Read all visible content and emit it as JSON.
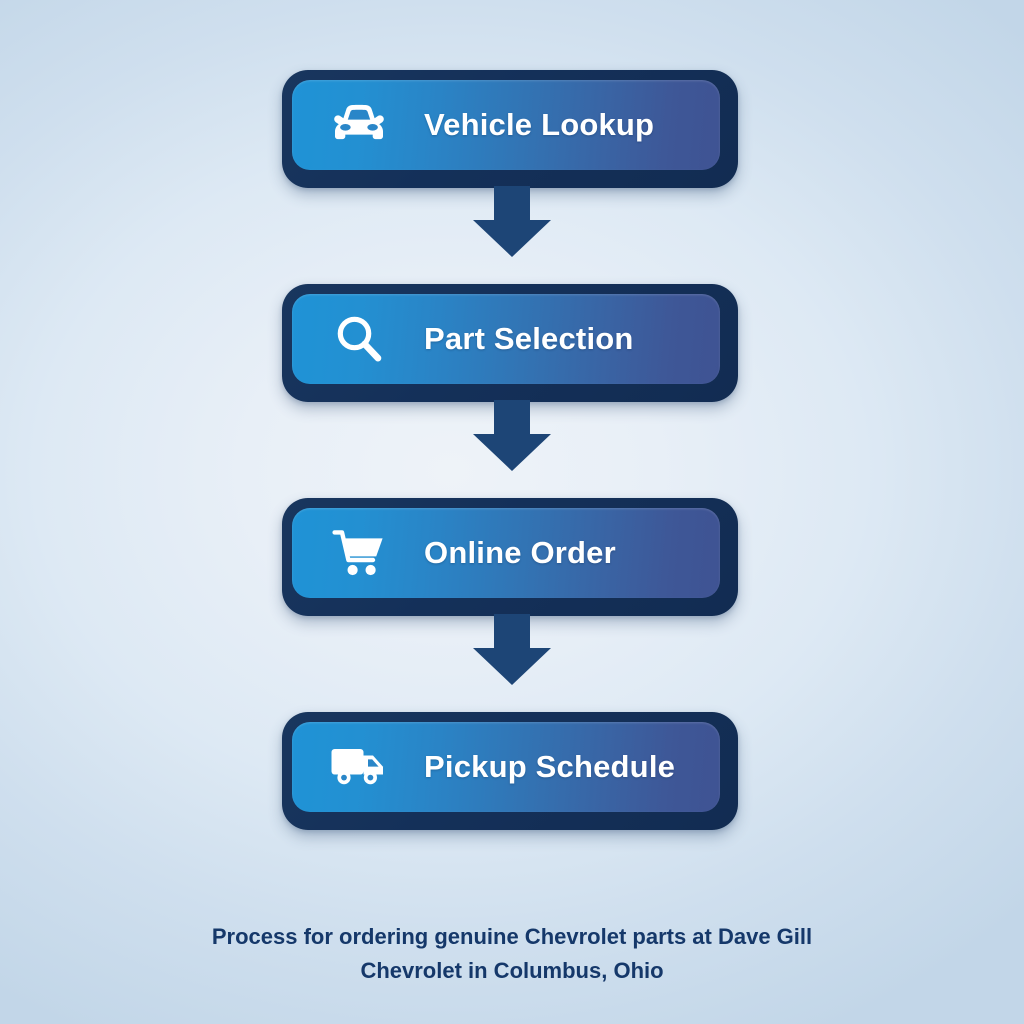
{
  "diagram": {
    "type": "vertical-flowchart",
    "orientation": "top-to-bottom",
    "step_count": 4,
    "steps": [
      {
        "label": "Vehicle Lookup",
        "icon": "car-icon"
      },
      {
        "label": "Part Selection",
        "icon": "magnifier-icon"
      },
      {
        "label": "Online Order",
        "icon": "shopping-cart-icon"
      },
      {
        "label": "Pickup Schedule",
        "icon": "delivery-truck-icon"
      }
    ],
    "connectors": [
      {
        "icon": "arrow-down-icon"
      },
      {
        "icon": "arrow-down-icon"
      },
      {
        "icon": "arrow-down-icon"
      }
    ]
  },
  "caption": {
    "line1": "Process for ordering genuine Chevrolet parts at Dave Gill",
    "line2": "Chevrolet in Columbus, Ohio"
  },
  "colors": {
    "background_light": "#eef3f8",
    "background_edge": "#c2d6e8",
    "node_frame": "#143059",
    "node_fill_start": "#1f93d6",
    "node_fill_end": "#3f5393",
    "arrow": "#1d4576",
    "label_text": "#ffffff",
    "caption_text": "#15386a"
  }
}
